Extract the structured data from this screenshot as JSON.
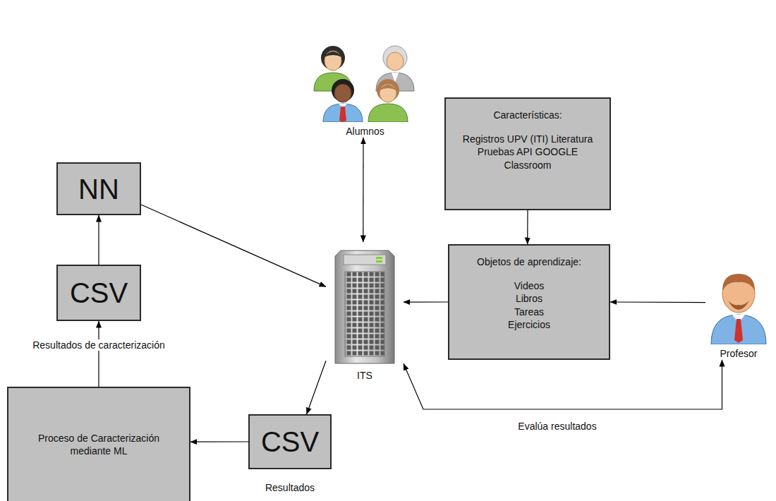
{
  "diagram": {
    "nodes": [
      {
        "text": [
          "Alumnos"
        ]
      },
      {
        "text": [
          "Características:",
          "Registros UPV (ITI) Literatura Pruebas API GOOGLE Classroom"
        ]
      },
      {
        "text": [
          "NN"
        ]
      },
      {
        "text": [
          "ITS"
        ]
      },
      {
        "text": [
          "Objetos de aprendizaje:",
          "Videos Libros Tareas Ejercicios"
        ]
      },
      {
        "text": [
          "Profesor"
        ]
      },
      {
        "text": [
          "CSV",
          "Resultados de caracterización"
        ]
      },
      {
        "text": [
          "CSV",
          "Resultados"
        ]
      },
      {
        "text": [
          "Proceso de Caracterización mediante ML"
        ]
      }
    ],
    "edges": [
      {
        "from": 0,
        "to": 3,
        "arrow": "both"
      },
      {
        "from": 1,
        "to": 4,
        "arrow": "to"
      },
      {
        "from": 4,
        "to": 3,
        "arrow": "to"
      },
      {
        "from": 5,
        "to": 4,
        "arrow": "to"
      },
      {
        "from": 5,
        "to": 3,
        "label": "Evalúa resultados",
        "arrow": "both"
      },
      {
        "from": 2,
        "to": 3,
        "arrow": "to"
      },
      {
        "from": 3,
        "to": 7,
        "arrow": "to"
      },
      {
        "from": 7,
        "to": 8,
        "arrow": "to"
      },
      {
        "from": 8,
        "to": 6,
        "arrow": "to"
      },
      {
        "from": 6,
        "to": 2,
        "arrow": "to"
      }
    ]
  }
}
